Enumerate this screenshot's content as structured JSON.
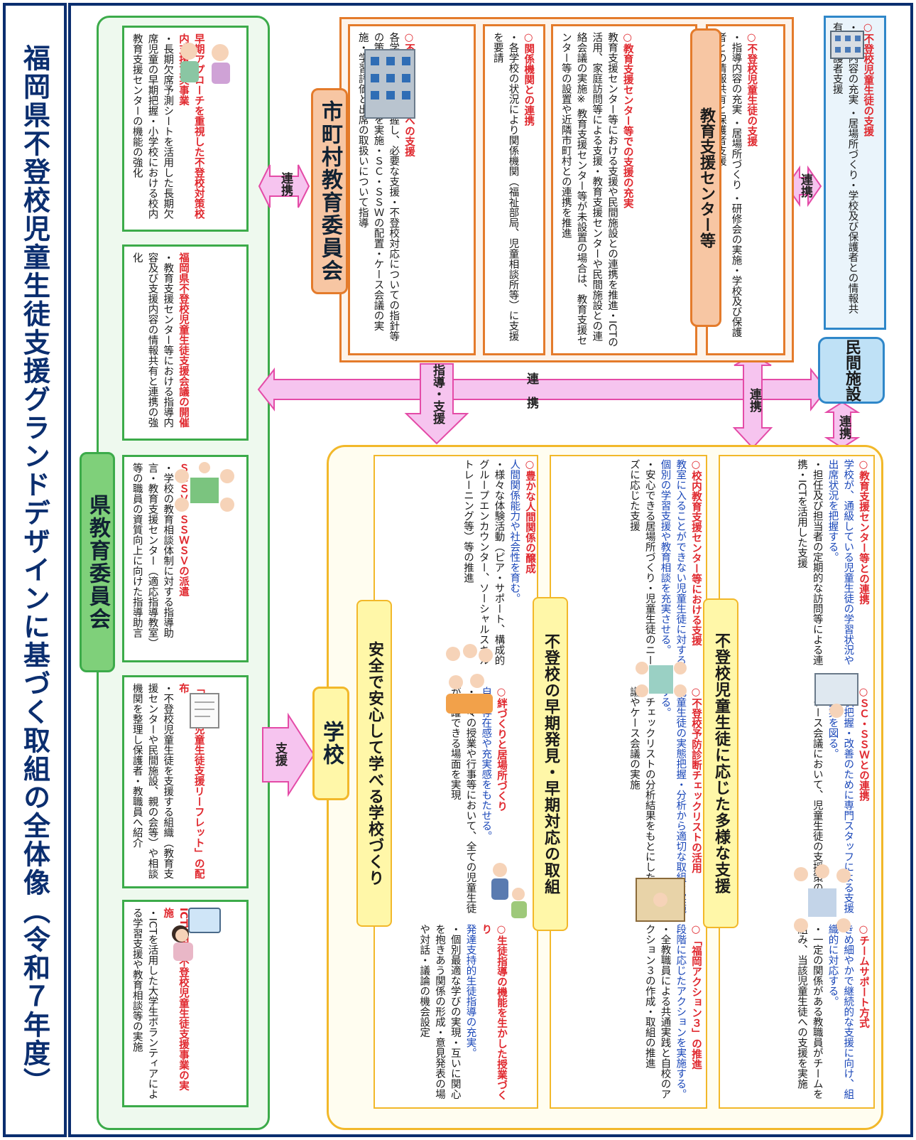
{
  "title": "福岡県不登校児童生徒支援グランドデザインに基づく取組の全体像（令和７年度）",
  "prefecture_board": {
    "label": "県教育委員会",
    "cards": [
      {
        "heading": "ICT活用型不登校児童生徒支援事業の実施",
        "body": "・ICTを活用した大学生ボランティアによる学習支援や教育相談等の実施"
      },
      {
        "heading": "「不登校児童生徒支援リーフレット」の配布",
        "body": "・不登校児童生徒を支援する組織（教育支援センターや民間施設、親の会等）や相談機関を整理し保護者・教職員へ紹介"
      },
      {
        "heading": "ＳＣＳＶ・ＳＳＷＳＶの派遣",
        "body": "・学校の教育相談体制に対する指導助言・教育支援センター（適応指導教室）等の職員の資質向上に向けた指導助言"
      },
      {
        "heading": "福岡県不登校児童生徒支援会議の開催",
        "body": "・教育支援センター等における指導内容及び支援内容の情報共有と連携の強化"
      },
      {
        "heading": "早期アプローチを重視した不登校対策校内支援充実事業",
        "body": "・長期欠席予測シートを活用した長期欠席児童の早期把握・小学校における校内教育支援センターの機能の強化"
      }
    ]
  },
  "municipal_board": {
    "label": "市町村教育委員会",
    "cards": [
      {
        "heading": "○不登校児童生徒への支援",
        "body": "各学校の現状を把握し、必要な支援・不登校対応についての指針等の策定・研修会等を実施・ＳＣ・ＳＳＷの配置・ケース会議の実施・学習評価と出席の取扱いについて指導"
      },
      {
        "heading": "○関係機関との連携",
        "body": "・各学校の状況により関係機関（福祉部局、児童相談所等）に支援を要請"
      },
      {
        "heading": "○教育支援センター等での支援の充実",
        "body": "教育支援センター等における支援や民間施設との連携を推進・ICTの活用、家庭訪問等による支援・教育支援センターや民間施設との連絡会議の実施※ 教育支援センター等が未設置の場合は、教育支援センター等の設置や近隣市町村との連携を推進"
      }
    ],
    "support_center": {
      "label": "教育支援センター等",
      "heading": "○不登校児童生徒の支援",
      "body": "・指導内容の充実 ・居場所づくり ・研修会の実施・学校及び保護者との情報共有と保護者支援"
    }
  },
  "private_facility": {
    "label": "民間施設",
    "heading": "○不登校児童生徒の支援",
    "body": "・指導内容の充実 ・居場所づくり・学校及び保護者との情報共有と保護者支援"
  },
  "school": {
    "label": "学校",
    "sections": [
      {
        "title": "安全で安心して学べる学校づくり",
        "items": [
          {
            "heading": "○生徒指導の機能を生かした授業づくり",
            "sub": "発達支持的生徒指導の充実。",
            "body": "・個別最適な学びの実現・互いに関心を抱きあう関係の形成・意見発表の場や対話・議論の機会設定"
          },
          {
            "heading": "○絆づくりと居場所づくり",
            "sub": "自己存在感や充実感をもたせる。",
            "body": "・日々の授業や行事等において、全ての児童生徒が活躍できる場面を実現"
          },
          {
            "heading": "○豊かな人間関係の醸成",
            "sub": "人間関係能力や社会性を育む。",
            "body": "・様々な体験活動（ピア・サポート、構成的グループエンカウンター、ソーシャルスキルトレーニング等）等の推進"
          }
        ]
      },
      {
        "title": "不登校の早期発見・早期対応の取組",
        "items": [
          {
            "heading": "○「福岡アクション３」の推進",
            "sub": "段階に応じたアクションを実施する。",
            "body": "・全教職員による共通実践と自校のアクション３の作成・取組の推進"
          },
          {
            "heading": "○不登校予防診断チェックリストの活用",
            "sub": "児童生徒の実態把握・分析から適切な取組を実施する。",
            "body": "・チェックリストの分析結果をもとにした学年会議やケース会議の実施"
          },
          {
            "heading": "○校内教育支援センター等における支援",
            "sub": "教室に入ることができない児童生徒に対する個別の学習支援や教育相談を充実させる。",
            "body": "・安心できる居場所づくり・児童生徒のニーズに応じた支援"
          }
        ]
      },
      {
        "title": "不登校児童生徒に応じた多様な支援",
        "items": [
          {
            "heading": "○チームサポート方式",
            "sub": "きめ細やかで継続的な支援に向け、組織的に対応する。",
            "body": "・一定の関係がある教職員がチームを組み、当該児童生徒への支援を実施"
          },
          {
            "heading": "○ＳＣ・ＳＳＷとの連携",
            "sub": "現状把握・改善のために専門スタッフによる支援の充実を図る。",
            "body": "・ケース会議において、児童生徒の支援策の助言"
          },
          {
            "heading": "○教育支援センター等との連携",
            "sub": "学校が、通級している児童生徒の学習状況や出席状況を把握する。",
            "body": "・担任及び担当者の定期的な訪問等による連携・ICTを活用した支援"
          }
        ]
      }
    ]
  },
  "arrows": {
    "shien": "支援",
    "renkei": "連携",
    "shido_shien": "指導・支援",
    "renkei_spaced": "連　携"
  }
}
